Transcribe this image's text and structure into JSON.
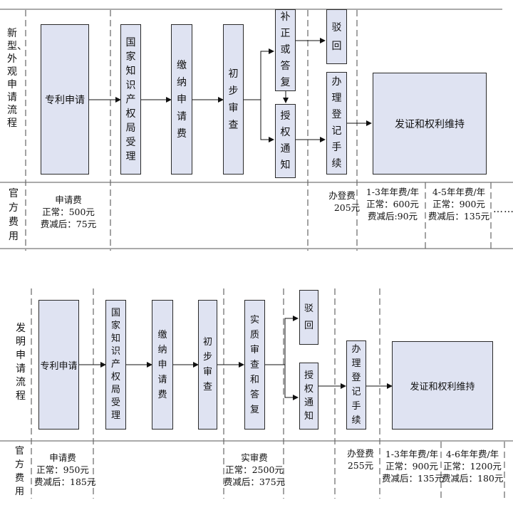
{
  "flow1": {
    "side_label": "新型、外观申请流程",
    "steps": {
      "apply": "专利申请",
      "accept": "国家知识产权局受理",
      "pay": "缴纳申请费",
      "exam": "初步审查",
      "amend": "补正或答复",
      "reject": "驳回",
      "grant": "授权通知",
      "register": "办理登记手续",
      "certificate": "发证和权利维持"
    },
    "fee_label": "官方费用",
    "fees": {
      "application": {
        "title": "申请费",
        "normal": "正常：500元",
        "reduced": "费减后：75元"
      },
      "register": {
        "line1": "办登费",
        "line2": "205元"
      },
      "year_1_3": {
        "title": "1-3年年费/年",
        "normal": "正常：600元",
        "reduced": "费减后:90元"
      },
      "year_4_5": {
        "title": "4-5年年费/年",
        "normal": "正常：900元",
        "reduced": "费减后：135元"
      },
      "ellipsis": "……"
    }
  },
  "flow2": {
    "side_label": "发明申请流程",
    "steps": {
      "apply": "专利申请",
      "accept": "国家知识产权局受理",
      "pay": "缴纳申请费",
      "exam": "初步审查",
      "substantive": "实质审查和答复",
      "reject": "驳回",
      "grant": "授权通知",
      "register": "办理登记手续",
      "certificate": "发证和权利维持"
    },
    "fee_label": "官方费用",
    "fees": {
      "application": {
        "title": "申请费",
        "normal": "正常：950元",
        "reduced": "费减后：185元"
      },
      "substantive": {
        "title": "实审费",
        "normal": "正常：2500元",
        "reduced": "费减后：375元"
      },
      "register": {
        "line1": "办登费",
        "line2": "255元"
      },
      "year_1_3": {
        "title": "1-3年年费/年",
        "normal": "正常：900元",
        "reduced": "费减后：135元"
      },
      "year_4_6": {
        "title": "4-6年年费/年",
        "normal": "正常：1200元",
        "reduced": "费减后：180元"
      }
    }
  }
}
